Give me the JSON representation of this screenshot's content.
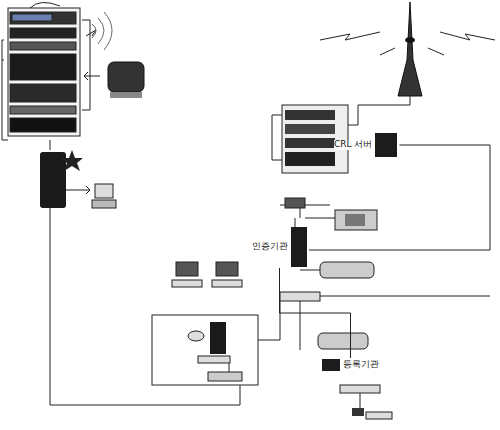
{
  "diagram": {
    "nodes": [
      {
        "text": [
          "CRL 서버"
        ]
      },
      {
        "text": [
          "인증기관"
        ]
      },
      {
        "text": [
          "등록기관"
        ]
      }
    ],
    "edges": [
      {
        "from": 0,
        "to": 1,
        "arrow": "none"
      },
      {
        "from": 1,
        "to": 2,
        "arrow": "none"
      }
    ]
  }
}
